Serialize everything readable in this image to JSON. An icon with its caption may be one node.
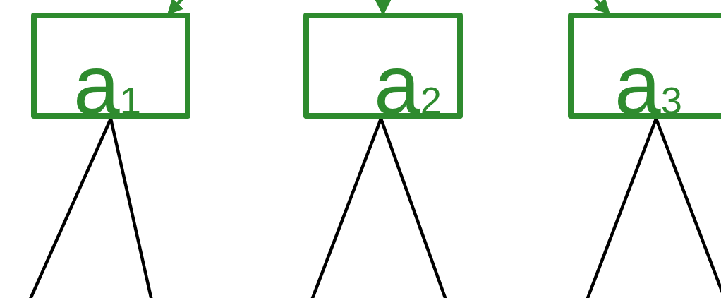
{
  "diagram": {
    "nodes": [
      {
        "text": [
          "a$_{1}$"
        ]
      },
      {
        "text": [
          "a$_{2}$"
        ]
      },
      {
        "text": [
          "a$_{3}$"
        ]
      }
    ],
    "edges": [
      {
        "from": null,
        "to": 0,
        "arrow": "to",
        "color": "#2e8b2e"
      },
      {
        "from": null,
        "to": 1,
        "arrow": "to",
        "color": "#2e8b2e"
      },
      {
        "from": null,
        "to": 2,
        "arrow": "to",
        "color": "#2e8b2e"
      },
      {
        "from": 0,
        "to": null,
        "arrow": "none"
      },
      {
        "from": 0,
        "to": null,
        "arrow": "none"
      },
      {
        "from": 1,
        "to": null,
        "arrow": "none"
      },
      {
        "from": 1,
        "to": null,
        "arrow": "none"
      },
      {
        "from": 2,
        "to": null,
        "arrow": "none"
      },
      {
        "from": 2,
        "to": null,
        "arrow": "none"
      }
    ]
  }
}
